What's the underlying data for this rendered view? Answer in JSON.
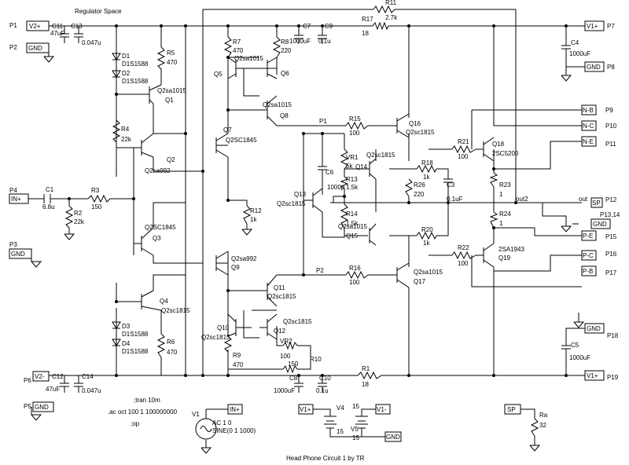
{
  "title": "Head Phone Circuit 1 by TR",
  "regulator_label": "Regulator Space",
  "pins": [
    "P1",
    "P2",
    "P3",
    "P4",
    "P5",
    "P6",
    "P7",
    "P8",
    "P9",
    "P10",
    "P11",
    "P12",
    "P13,14",
    "P15",
    "P16",
    "P17",
    "P18",
    "P19"
  ],
  "net_flags": {
    "v2p": "V2+",
    "v2m": "V2-",
    "v1p": "V1+",
    "v1m": "V1-",
    "gnd": "GND",
    "in": "IN+",
    "sp": "SP",
    "out": "out",
    "nb": "N-B",
    "nc": "N-C",
    "ne": "N-E",
    "pe": "P-E",
    "pc": "P-C",
    "pb": "P-B",
    "out2": "out2",
    "p1net": "P1",
    "p2net": "P2"
  },
  "parts": {
    "C11": [
      "C11",
      "47uF"
    ],
    "C13": [
      "C13",
      "0.047u"
    ],
    "C12": [
      "C12",
      "47uF"
    ],
    "C14": [
      "C14",
      "0.047u"
    ],
    "C7": [
      "C7",
      "1000uF"
    ],
    "C9": [
      "C9",
      "0.1u"
    ],
    "C8": [
      "C8",
      "1000uF"
    ],
    "C10": [
      "C10",
      "0.1u"
    ],
    "C4": [
      "C4",
      "1000uF"
    ],
    "C5": [
      "C5",
      "1000uF"
    ],
    "C1": [
      "C1",
      "6.8u"
    ],
    "C6": [
      "C6",
      "1000p"
    ],
    "C3": [
      "C3",
      "0.1uF"
    ],
    "D1": [
      "D1",
      "D1S1588"
    ],
    "D2": [
      "D2",
      "D1S1588"
    ],
    "D3": [
      "D3",
      "D1S1588"
    ],
    "D4": [
      "D4",
      "D1S1588"
    ],
    "R1": [
      "R1",
      "18"
    ],
    "R2": [
      "R2",
      "22k"
    ],
    "R3": [
      "R3",
      "150"
    ],
    "R4": [
      "R4",
      "22k"
    ],
    "R5": [
      "R5",
      "470"
    ],
    "R6": [
      "R6",
      "470"
    ],
    "R7": [
      "R7",
      "470"
    ],
    "R8": [
      "R8",
      "220"
    ],
    "R9": [
      "R9",
      "470"
    ],
    "R10": [
      "R10",
      ""
    ],
    "R11": [
      "R11",
      "2.7k"
    ],
    "R12": [
      "R12",
      "1k"
    ],
    "R13": [
      "R13",
      "1.5k"
    ],
    "R14": [
      "R14",
      "1.5k"
    ],
    "R15": [
      "R15",
      "100"
    ],
    "R16": [
      "R16",
      "100"
    ],
    "R17": [
      "R17",
      "18"
    ],
    "R18": [
      "R18",
      "1k"
    ],
    "R20": [
      "R20",
      "1k"
    ],
    "R21": [
      "R21",
      "100"
    ],
    "R22": [
      "R22",
      "100"
    ],
    "R23": [
      "R23",
      "1"
    ],
    "R24": [
      "R24",
      "1"
    ],
    "R26": [
      "R26",
      "220"
    ],
    "Ra": [
      "Ra",
      "32"
    ],
    "VR1": [
      "VR1",
      "5k"
    ],
    "VR2": [
      "VR2",
      "100"
    ],
    "VR2b": [
      "",
      "150"
    ]
  },
  "transistors": {
    "Q1": [
      "Q2sa1015",
      "Q1"
    ],
    "Q2": [
      "Q2",
      "Q2sa992"
    ],
    "Q3": [
      "Q2SC1845",
      "Q3"
    ],
    "Q4": [
      "Q4",
      "Q2sc1815"
    ],
    "Q5": [
      "Q5",
      "Q2sa1015"
    ],
    "Q6": [
      "",
      "Q6"
    ],
    "Q7": [
      "Q7",
      "Q2SC1845"
    ],
    "Q8": [
      "Q2sa1015",
      "Q8"
    ],
    "Q9": [
      "Q2sa992",
      "Q9"
    ],
    "Q10": [
      "Q10",
      "Q2sc1815"
    ],
    "Q11": [
      "Q11",
      "Q2sc1815"
    ],
    "Q12": [
      "Q2sc1815",
      "Q12"
    ],
    "Q13": [
      "Q13",
      "Q2sc1815"
    ],
    "Q14": [
      "Q2sc1815",
      "Q14"
    ],
    "Q15": [
      "Q2sa1015",
      "Q15"
    ],
    "Q16": [
      "Q16",
      "Q2sc1815"
    ],
    "Q17": [
      "Q2sa1015",
      "Q17"
    ],
    "Q18": [
      "Q18",
      "2SC5200"
    ],
    "Q19": [
      "2SA1943",
      "Q19"
    ]
  },
  "sources": {
    "V1": [
      "V1",
      "AC 1 0",
      "SINE(0 1 1000)"
    ],
    "V4": [
      "V4",
      "15"
    ],
    "V5": [
      "15",
      "V5",
      "15"
    ]
  },
  "directives": [
    ";tran 10m",
    ".ac oct 100 1 100000000",
    ";op"
  ]
}
